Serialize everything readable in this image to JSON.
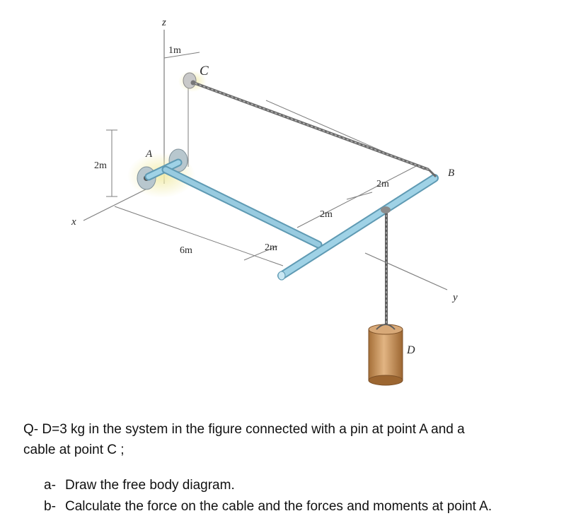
{
  "figure": {
    "labels": {
      "z": "z",
      "x": "x",
      "y": "y",
      "A": "A",
      "B": "B",
      "C": "C",
      "D": "D",
      "dim_1m": "1m",
      "dim_2m_height": "2m",
      "dim_6m": "6m",
      "dim_2m_front": "2m",
      "dim_2m_mid": "2m",
      "dim_2m_right": "2m"
    },
    "colors": {
      "rod": "#8fc6dd",
      "rod_edge": "#5f9ab3",
      "weight": "#c08a4e",
      "cable": "#6e6e6e",
      "support_glow": "#ece8a8",
      "line": "#7a7a7a"
    }
  },
  "question": {
    "line1": "Q- D=3 kg in the system in the figure connected with a pin at point A and a",
    "line2": "cable at point C ;"
  },
  "parts": [
    {
      "marker": "a-",
      "text": "Draw the free body diagram."
    },
    {
      "marker": "b-",
      "text": "Calculate the force on the cable and the forces and moments at point A."
    }
  ]
}
